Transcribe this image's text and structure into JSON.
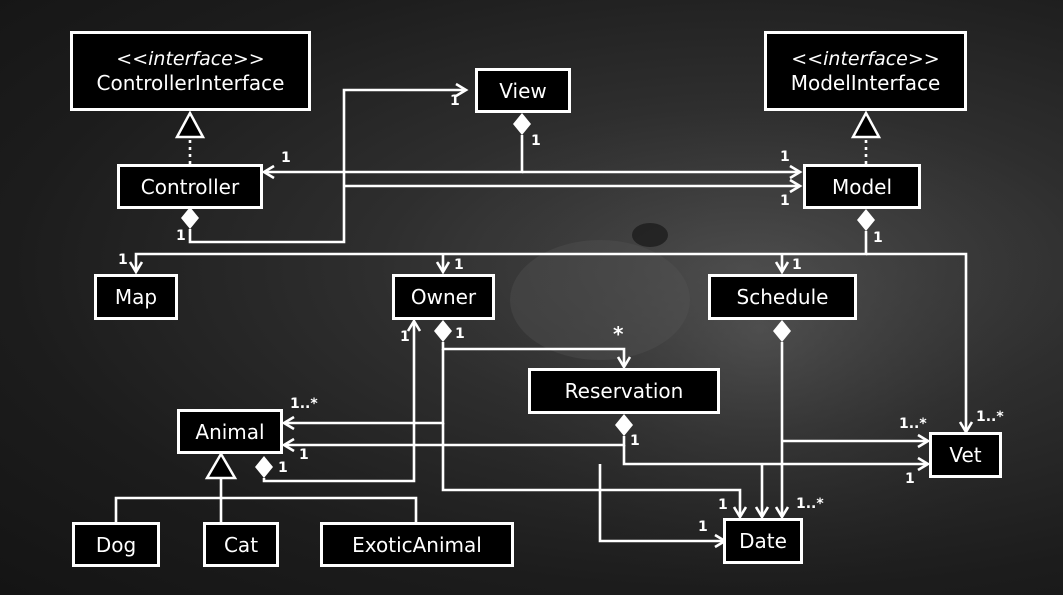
{
  "classes": {
    "controller_interface": {
      "stereotype": "<<interface>>",
      "name": "ControllerInterface"
    },
    "model_interface": {
      "stereotype": "<<interface>>",
      "name": "ModelInterface"
    },
    "view": "View",
    "controller": "Controller",
    "model": "Model",
    "map": "Map",
    "owner": "Owner",
    "schedule": "Schedule",
    "reservation": "Reservation",
    "animal": "Animal",
    "vet": "Vet",
    "dog": "Dog",
    "cat": "Cat",
    "exotic_animal": "ExoticAnimal",
    "date": "Date"
  },
  "multiplicities": {
    "view_from_controller": "1",
    "view_composite": "1",
    "controller_from_view": "1",
    "model_from_view": "1",
    "model_from_controller": "1",
    "controller_composite": "1",
    "model_composite": "1",
    "map_end": "1",
    "owner_end": "1",
    "schedule_end": "1",
    "owner_composite": "1",
    "owner_inbound": "1",
    "reservation_star": "*",
    "animal_from_owner": "1..*",
    "animal_from_reservation": "1",
    "animal_composite": "1",
    "reservation_composite": "1",
    "vet_from_schedule": "1..*",
    "vet_from_model": "1..*",
    "vet_from_reservation": "1",
    "date_from_animal": "1",
    "date_from_reservation": "1",
    "date_from_schedule": "1..*"
  }
}
